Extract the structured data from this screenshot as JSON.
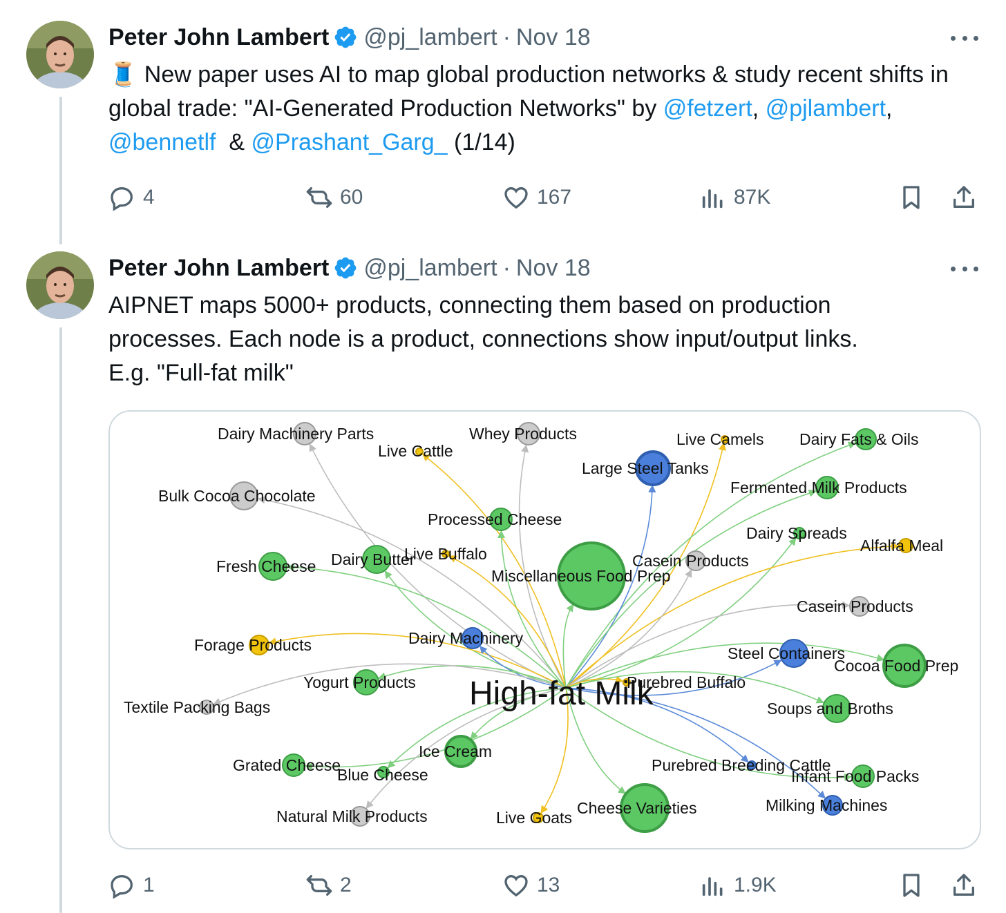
{
  "tweets": [
    {
      "author_name": "Peter John Lambert",
      "handle": "@pj_lambert",
      "separator": "·",
      "date": "Nov 18",
      "text": {
        "emoji": "🧵",
        "t1": " New paper uses AI to map global production networks & study recent shifts in global trade: \"AI-Generated Production Networks\" by ",
        "m1": "@fetzert",
        "t2": ", ",
        "m2": "@pjlambert",
        "t3": ", ",
        "m3": "@bennetlf",
        "t4": "  & ",
        "m4": "@Prashant_Garg_",
        "t5": " (1/14)"
      },
      "stats": {
        "replies": "4",
        "reposts": "60",
        "likes": "167",
        "views": "87K"
      }
    },
    {
      "author_name": "Peter John Lambert",
      "handle": "@pj_lambert",
      "separator": "·",
      "date": "Nov 18",
      "text": {
        "l1": "AIPNET maps 5000+ products, connecting them based on production",
        "l2": "processes. Each node is a product, connections show input/output links.",
        "l3": "E.g. \"Full-fat milk\""
      },
      "stats": {
        "replies": "1",
        "reposts": "2",
        "likes": "13",
        "views": "1.9K"
      }
    }
  ],
  "colors": {
    "text": "#0f1419",
    "secondary": "#536471",
    "link": "#1d9bf0",
    "verified": "#1d9bf0",
    "border": "#cfd9de",
    "node_green": "#5cc864",
    "node_blue": "#4a7fdb",
    "node_yellow": "#f2c40c",
    "node_gray": "#cccccc"
  },
  "graph": {
    "center": {
      "label": "High-fat Milk"
    },
    "nodes": [
      {
        "id": "dairy-machinery-parts",
        "label": "Dairy Machinery Parts",
        "color": "gray"
      },
      {
        "id": "live-cattle",
        "label": "Live Cattle",
        "color": "yellow"
      },
      {
        "id": "whey-products",
        "label": "Whey Products",
        "color": "gray"
      },
      {
        "id": "live-camels",
        "label": "Live Camels",
        "color": "yellow"
      },
      {
        "id": "dairy-fats-oils",
        "label": "Dairy Fats & Oils",
        "color": "green"
      },
      {
        "id": "large-steel-tanks",
        "label": "Large Steel Tanks",
        "color": "blue"
      },
      {
        "id": "fermented-milk",
        "label": "Fermented Milk Products",
        "color": "green"
      },
      {
        "id": "bulk-cocoa",
        "label": "Bulk Cocoa Chocolate",
        "color": "gray"
      },
      {
        "id": "processed-cheese",
        "label": "Processed Cheese",
        "color": "green"
      },
      {
        "id": "dairy-spreads",
        "label": "Dairy Spreads",
        "color": "green"
      },
      {
        "id": "alfalfa-meal",
        "label": "Alfalfa Meal",
        "color": "yellow"
      },
      {
        "id": "fresh-cheese",
        "label": "Fresh Cheese",
        "color": "green"
      },
      {
        "id": "dairy-butter",
        "label": "Dairy Butter",
        "color": "green"
      },
      {
        "id": "live-buffalo",
        "label": "Live Buffalo",
        "color": "yellow"
      },
      {
        "id": "misc-food-prep",
        "label": "Miscellaneous Food Prep",
        "color": "green"
      },
      {
        "id": "casein-products-1",
        "label": "Casein Products",
        "color": "gray"
      },
      {
        "id": "casein-products-2",
        "label": "Casein Products",
        "color": "gray"
      },
      {
        "id": "forage-products",
        "label": "Forage Products",
        "color": "yellow"
      },
      {
        "id": "dairy-machinery",
        "label": "Dairy Machinery",
        "color": "blue"
      },
      {
        "id": "steel-containers",
        "label": "Steel Containers",
        "color": "blue"
      },
      {
        "id": "cocoa-food-prep",
        "label": "Cocoa Food Prep",
        "color": "green"
      },
      {
        "id": "yogurt-products",
        "label": "Yogurt Products",
        "color": "green"
      },
      {
        "id": "purebred-buffalo",
        "label": "Purebred Buffalo",
        "color": "yellow"
      },
      {
        "id": "textile-packing-bags",
        "label": "Textile Packing Bags",
        "color": "gray"
      },
      {
        "id": "soups-broths",
        "label": "Soups and Broths",
        "color": "green"
      },
      {
        "id": "ice-cream",
        "label": "Ice Cream",
        "color": "green"
      },
      {
        "id": "grated-cheese",
        "label": "Grated Cheese",
        "color": "green"
      },
      {
        "id": "blue-cheese",
        "label": "Blue Cheese",
        "color": "green"
      },
      {
        "id": "purebred-breeding-cattle",
        "label": "Purebred Breeding Cattle",
        "color": "blue"
      },
      {
        "id": "infant-food-packs",
        "label": "Infant Food Packs",
        "color": "green"
      },
      {
        "id": "milking-machines",
        "label": "Milking Machines",
        "color": "blue"
      },
      {
        "id": "natural-milk-products",
        "label": "Natural Milk Products",
        "color": "gray"
      },
      {
        "id": "live-goats",
        "label": "Live Goats",
        "color": "yellow"
      },
      {
        "id": "cheese-varieties",
        "label": "Cheese Varieties",
        "color": "green"
      }
    ]
  }
}
